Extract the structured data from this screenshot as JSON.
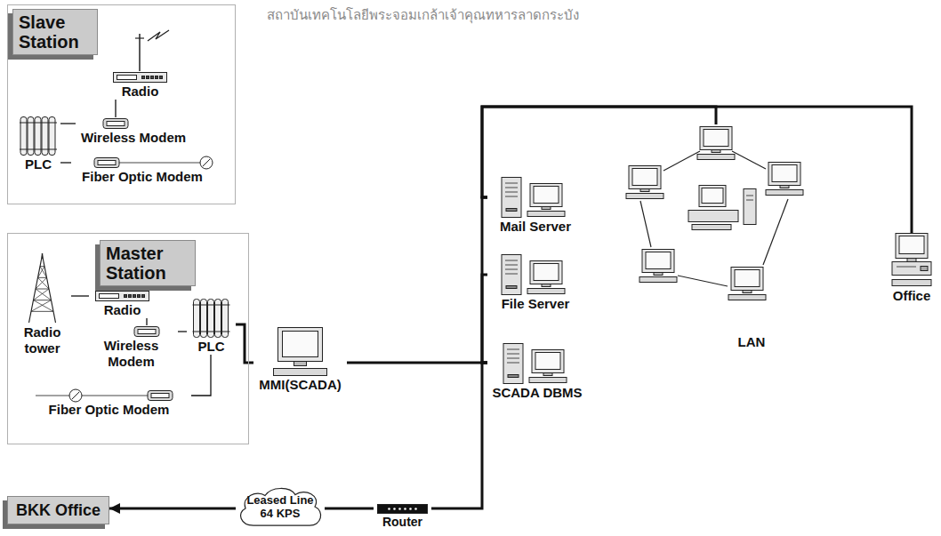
{
  "diagram": {
    "nodes": [
      {
        "text": [
          "Slave Station"
        ]
      },
      {
        "text": [
          "Radio"
        ],
        "in": 0
      },
      {
        "text": [
          "Wireless Modem"
        ],
        "in": 0
      },
      {
        "text": [
          "Fiber Optic Modem"
        ],
        "in": 0
      },
      {
        "text": [
          "PLC"
        ],
        "in": 0
      },
      {
        "text": [
          "Master Station"
        ]
      },
      {
        "text": [
          "Radio tower"
        ],
        "in": 5
      },
      {
        "text": [
          "Radio"
        ],
        "in": 5
      },
      {
        "text": [
          "Wireless Modem"
        ],
        "in": 5
      },
      {
        "text": [
          "Fiber Optic Modem"
        ],
        "in": 5
      },
      {
        "text": [
          "PLC"
        ],
        "in": 5
      },
      {
        "text": [
          "MMI(SCADA)"
        ]
      },
      {
        "text": [
          "Mail Server"
        ]
      },
      {
        "text": [
          "File Server"
        ]
      },
      {
        "text": [
          "SCADA DBMS"
        ]
      },
      {
        "text": [
          "LAN"
        ]
      },
      {
        "text": [
          "Office"
        ]
      },
      {
        "text": [
          "Router"
        ]
      },
      {
        "text": [
          "Leased Line 64 KPS"
        ]
      },
      {
        "text": [
          "BKK Office"
        ]
      }
    ],
    "edges": [
      {
        "from": 1,
        "to": 2,
        "arrow": "none"
      },
      {
        "from": 2,
        "to": 4,
        "arrow": "none"
      },
      {
        "from": 4,
        "to": 3,
        "arrow": "none"
      },
      {
        "from": 6,
        "to": 7,
        "arrow": "none"
      },
      {
        "from": 7,
        "to": 8,
        "arrow": "none"
      },
      {
        "from": 8,
        "to": 10,
        "arrow": "none"
      },
      {
        "from": 10,
        "to": 9,
        "arrow": "none"
      },
      {
        "from": 10,
        "to": 11,
        "arrow": "none"
      },
      {
        "from": 11,
        "to": 14,
        "arrow": "none"
      },
      {
        "from": 14,
        "to": 12,
        "arrow": "none"
      },
      {
        "from": 14,
        "to": 13,
        "arrow": "none"
      },
      {
        "from": 12,
        "to": 15,
        "arrow": "none"
      },
      {
        "from": 12,
        "to": 16,
        "arrow": "none"
      },
      {
        "from": 14,
        "to": 17,
        "arrow": "none"
      },
      {
        "from": 17,
        "to": 18,
        "arrow": "none"
      },
      {
        "from": 18,
        "to": 19,
        "arrow": "to"
      }
    ],
    "labels": [
      "สถาบันเทคโนโลยีพระจอมเกล้าเจ้าคุณทหารลาดกระบัง"
    ]
  }
}
